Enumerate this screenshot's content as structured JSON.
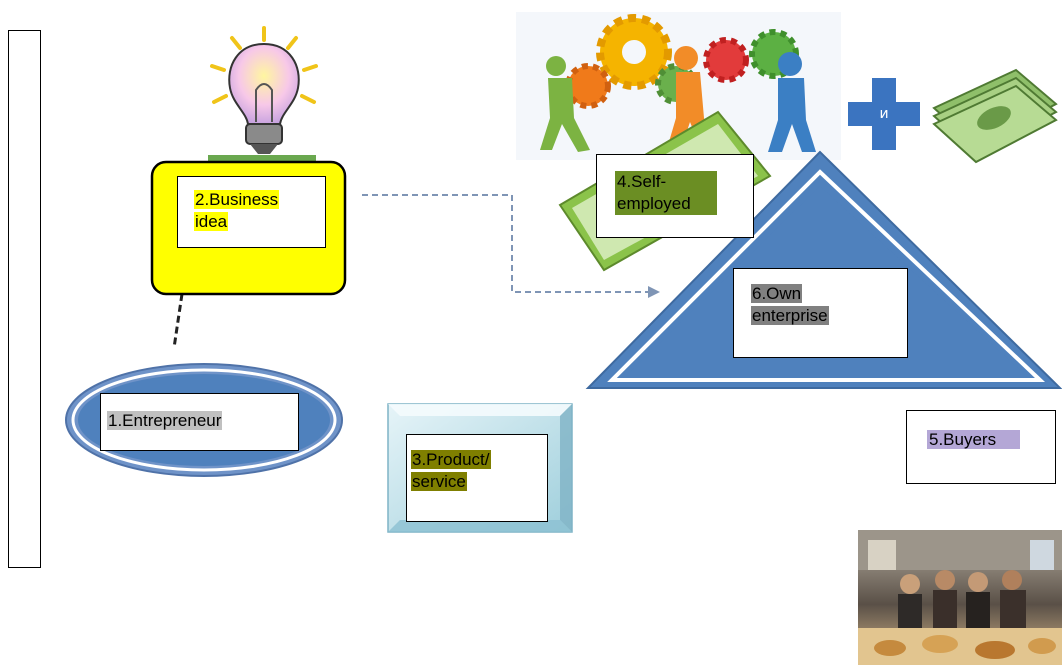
{
  "nodes": {
    "entrepreneur": {
      "label": "1.Entrepreneur",
      "highlight": "#c0c0c0"
    },
    "business_idea": {
      "label_line1": "2.Business",
      "label_line2": "idea",
      "highlight": "#ffff00"
    },
    "product_service": {
      "label_line1": "3.Product/",
      "label_line2": "service",
      "highlight": "#7f7f00"
    },
    "self_employed": {
      "label_line1": "4.Self-",
      "label_line2": "employed",
      "highlight": "#6b8e23"
    },
    "buyers": {
      "label": "5.Buyers",
      "highlight": "#b4a7d6"
    },
    "own_enterprise": {
      "label_line1": "6.Own",
      "label_line2": "enterprise",
      "highlight": "#808080"
    }
  },
  "plus_sign": {
    "glyph": "и"
  },
  "colors": {
    "business_idea_fill": "#ffff00",
    "triangle_fill": "#4f81bd",
    "ellipse_fill": "#4f81bd",
    "connector_dashed": "#7f95b5",
    "plus_fill": "#3b74c0",
    "money_green": "#6aa84f"
  },
  "icons": [
    "lightbulb-icon",
    "gears-people-icon",
    "plus-icon",
    "money-stack-icon",
    "banknote-icon",
    "group-photo"
  ]
}
